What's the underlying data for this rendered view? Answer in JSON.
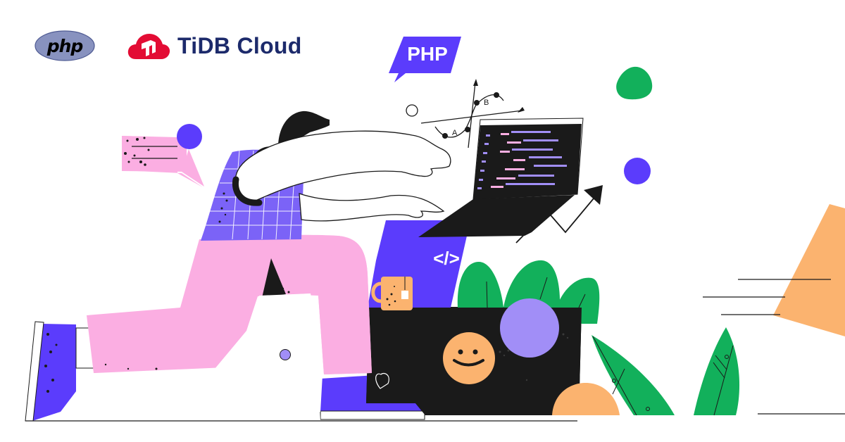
{
  "header": {
    "php_logo": {
      "text": "php",
      "icon": "php-logo-icon",
      "color": "#8892bf"
    },
    "tidb_logo": {
      "icon": "tidb-cloud-icon",
      "name": "TiDB Cloud",
      "color": "#e30c34",
      "text_color": "#1c2a6b"
    }
  },
  "illustration": {
    "speech_bubble_label": "PHP",
    "code_symbol": "</>",
    "graph_labels": [
      "A",
      "B"
    ],
    "colors": {
      "purple": "#5b3cfc",
      "lilac": "#a18ef7",
      "pink": "#fbaee2",
      "green": "#12b05b",
      "orange": "#fbb36f",
      "black": "#1a1a1a"
    }
  }
}
